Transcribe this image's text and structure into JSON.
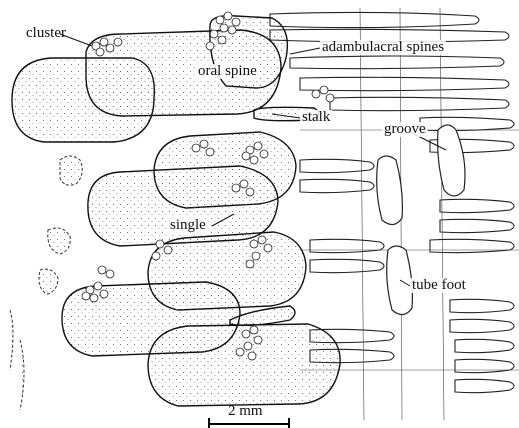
{
  "labels": {
    "cluster": "cluster",
    "oral_spine": "oral spine",
    "adambulacral_spines": "adambulacral spines",
    "stalk": "stalk",
    "groove": "groove",
    "single": "single",
    "tube_foot": "tube foot",
    "scale_bar": "2 mm"
  }
}
